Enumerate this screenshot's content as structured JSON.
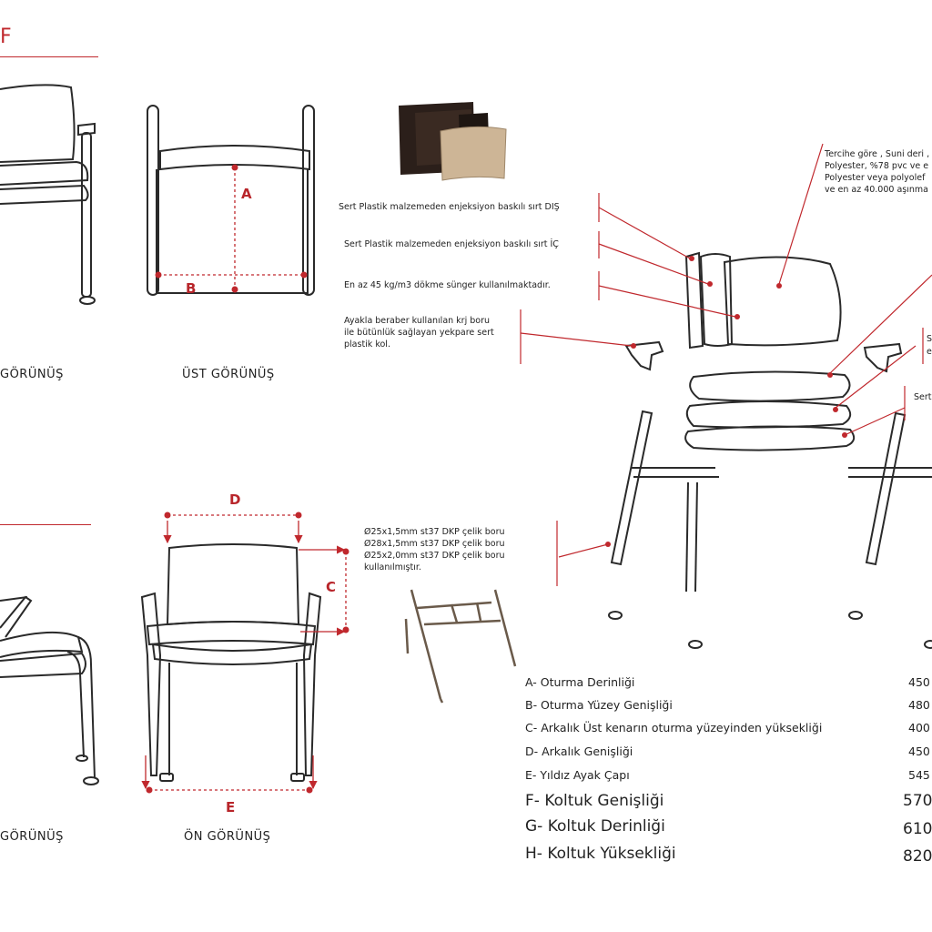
{
  "section_letters": {
    "top_left": "F"
  },
  "views": {
    "side_view_top": "GÖRÜNÜŞ",
    "top_view": "ÜST GÖRÜNÜŞ",
    "side_view_bottom": "GÖRÜNÜŞ",
    "front_view": "ÖN GÖRÜNÜŞ"
  },
  "dimension_letters": {
    "a": "A",
    "b": "B",
    "c": "C",
    "d": "D",
    "e": "E"
  },
  "material_notes": {
    "back_outer": "Sert Plastik malzemeden enjeksiyon baskılı sırt DIŞ",
    "back_inner": "Sert Plastik malzemeden enjeksiyon baskılı sırt İÇ",
    "foam": "En az 45 kg/m3 dökme sünger kullanılmaktadır.",
    "armrest": [
      "Ayakla beraber kullanılan krj boru",
      "ile bütünlük sağlayan yekpare sert",
      "plastik kol."
    ],
    "upholstery": [
      "Tercihe göre , Suni deri ,",
      "Polyester, %78 pvc ve e",
      "Polyester veya polyolef",
      "ve en az 40.000 aşınma"
    ],
    "right_s": "S",
    "right_e": "e",
    "right_sert": "Sert",
    "steel_tube": [
      "Ø25x1,5mm st37 DKP çelik boru",
      "Ø28x1,5mm st37 DKP çelik boru",
      "Ø25x2,0mm st37 DKP çelik boru",
      "kullanılmıştır."
    ]
  },
  "specs": [
    {
      "label": "A- Oturma Derinliği",
      "value": "450",
      "size": "small"
    },
    {
      "label": "B- Oturma Yüzey Genişliği",
      "value": "480",
      "size": "small"
    },
    {
      "label": "C- Arkalık Üst kenarın oturma yüzeyinden yüksekliği",
      "value": "400",
      "size": "small"
    },
    {
      "label": "D- Arkalık Genişliği",
      "value": "450",
      "size": "small"
    },
    {
      "label": "E- Yıldız Ayak Çapı",
      "value": "545",
      "size": "small"
    },
    {
      "label": "F- Koltuk Genişliği",
      "value": "570",
      "size": "big"
    },
    {
      "label": "G- Koltuk Derinliği",
      "value": "610",
      "size": "big"
    },
    {
      "label": "H- Koltuk Yüksekliği",
      "value": "820",
      "size": "big"
    }
  ],
  "colors": {
    "accent": "#c0282d",
    "line": "#2a2a2a",
    "swatch_dark": "#2b1f1a",
    "swatch_light": "#cdb596"
  }
}
